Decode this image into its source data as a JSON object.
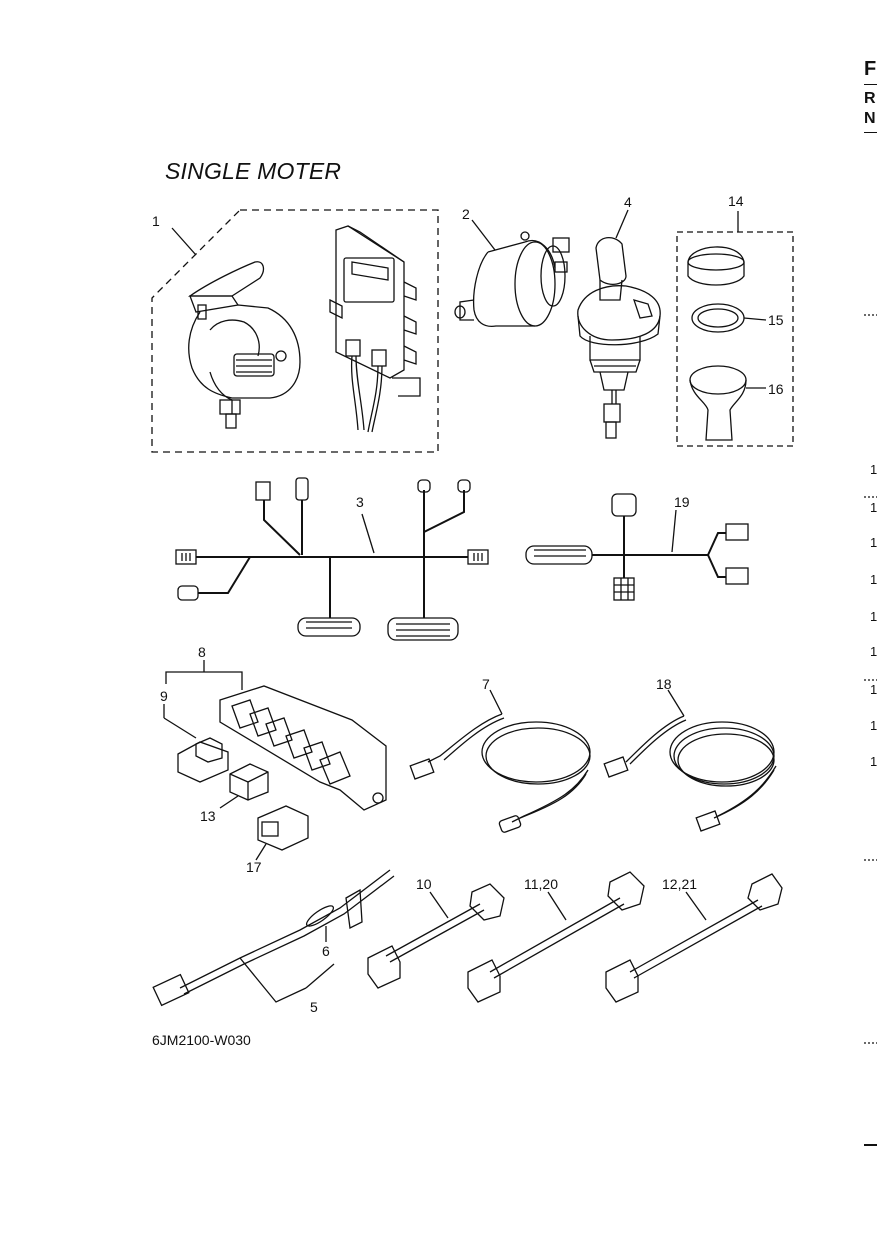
{
  "title": "SINGLE MOTER",
  "diagram_code": "6JM2100-W030",
  "margin": {
    "letters": [
      "F",
      "R",
      "N"
    ],
    "numbers": [
      "1",
      "1",
      "1",
      "1",
      "1",
      "1",
      "1",
      "1",
      "1"
    ]
  },
  "callouts": {
    "c1": "1",
    "c2": "2",
    "c3": "3",
    "c4": "4",
    "c5": "5",
    "c6": "6",
    "c7": "7",
    "c8": "8",
    "c9": "9",
    "c10": "10",
    "c11_20": "11,20",
    "c12_21": "12,21",
    "c13": "13",
    "c14": "14",
    "c15": "15",
    "c16": "16",
    "c17": "17",
    "c18": "18",
    "c19": "19"
  }
}
